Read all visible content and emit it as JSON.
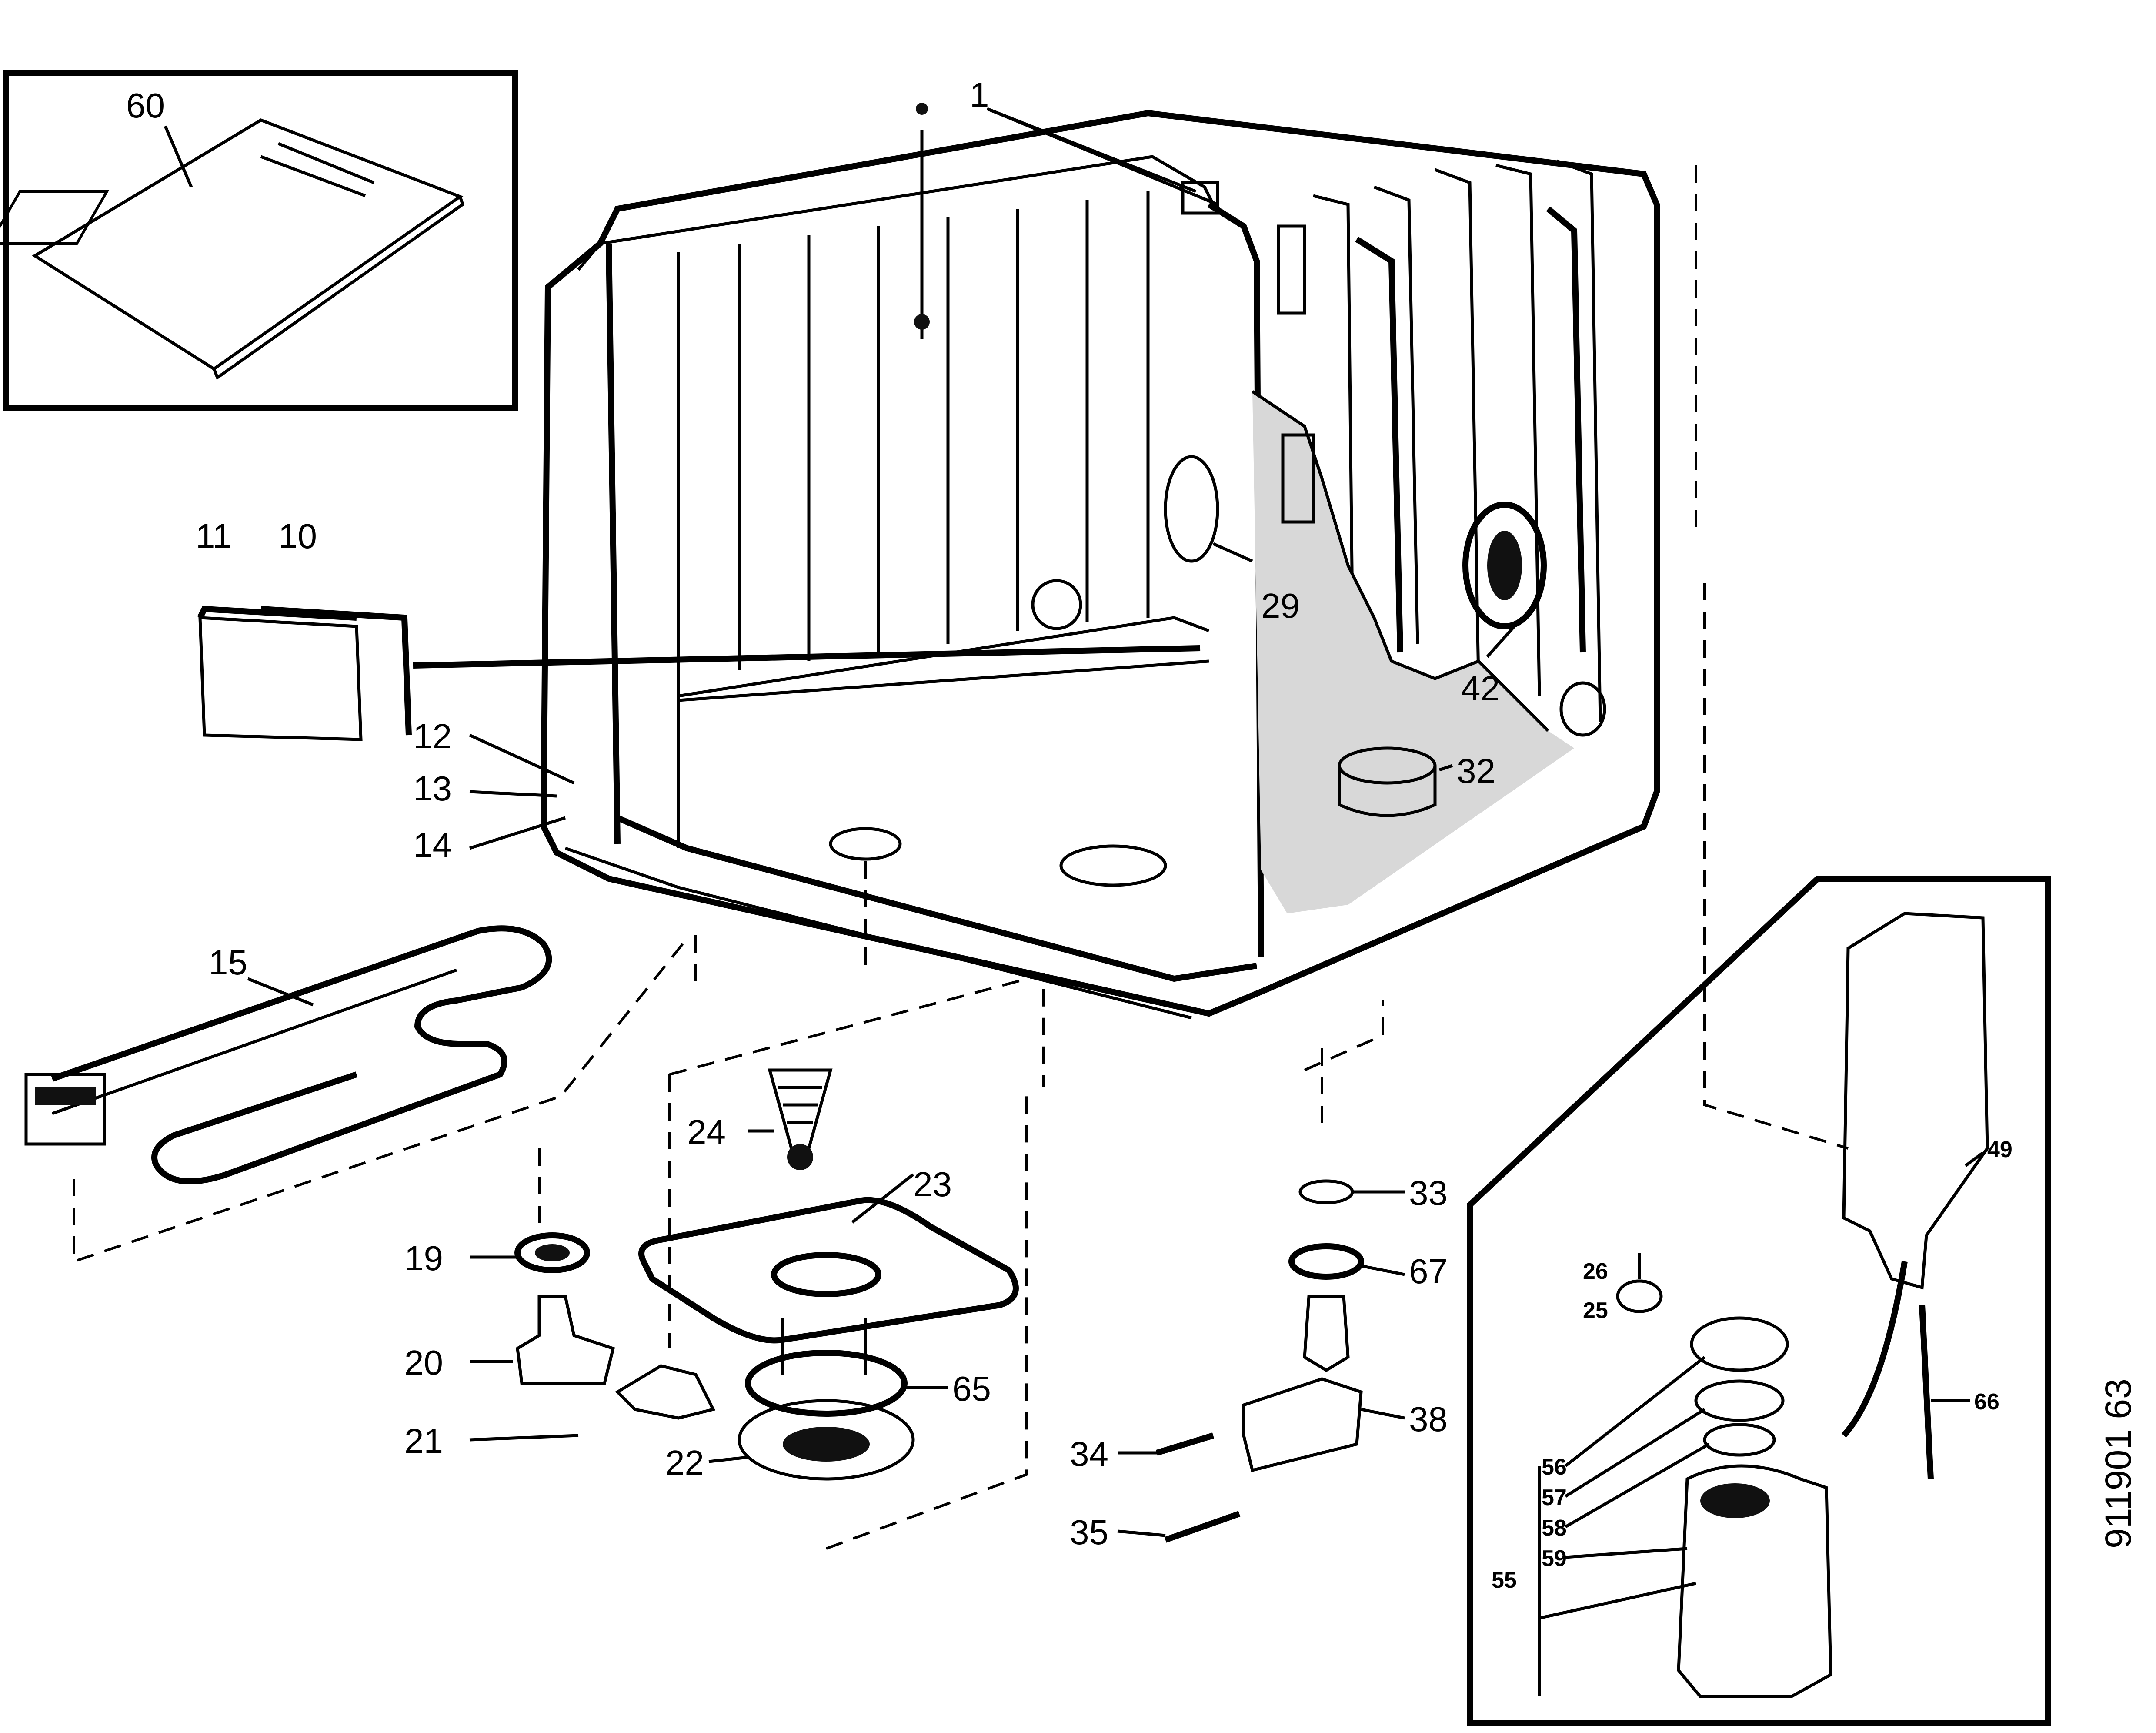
{
  "diagram": {
    "document_id": "911901 63",
    "callouts": {
      "c1": "1",
      "c10": "10",
      "c11": "11",
      "c12": "12",
      "c13": "13",
      "c14": "14",
      "c15": "15",
      "c19": "19",
      "c20": "20",
      "c21": "21",
      "c22": "22",
      "c23": "23",
      "c24": "24",
      "c25": "25",
      "c26": "26",
      "c29": "29",
      "c32": "32",
      "c33": "33",
      "c34": "34",
      "c35": "35",
      "c38": "38",
      "c42": "42",
      "c49": "49",
      "c55": "55",
      "c56": "56",
      "c57": "57",
      "c58": "58",
      "c59": "59",
      "c60": "60",
      "c65": "65",
      "c66": "66",
      "c67": "67"
    }
  }
}
